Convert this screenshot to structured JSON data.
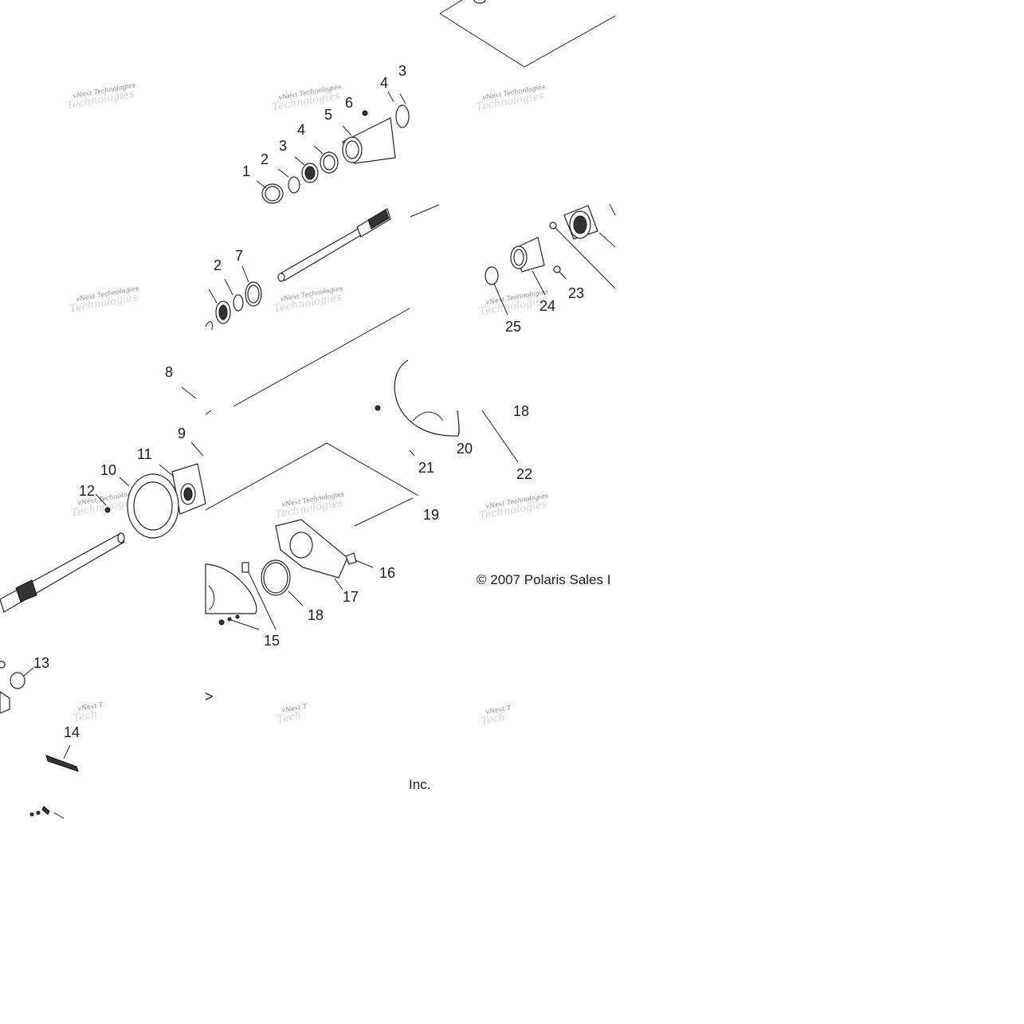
{
  "callouts": [
    {
      "id": "c1",
      "text": "1"
    },
    {
      "id": "c2a",
      "text": "2"
    },
    {
      "id": "c3a",
      "text": "3"
    },
    {
      "id": "c4a",
      "text": "4"
    },
    {
      "id": "c5",
      "text": "5"
    },
    {
      "id": "c6",
      "text": "6"
    },
    {
      "id": "c4b",
      "text": "4"
    },
    {
      "id": "c3b",
      "text": "3"
    },
    {
      "id": "c2b",
      "text": "2"
    },
    {
      "id": "c7",
      "text": "7"
    },
    {
      "id": "c8",
      "text": "8"
    },
    {
      "id": "c9",
      "text": "9"
    },
    {
      "id": "c10",
      "text": "10"
    },
    {
      "id": "c11",
      "text": "11"
    },
    {
      "id": "c12",
      "text": "12"
    },
    {
      "id": "c13",
      "text": "13"
    },
    {
      "id": "c14",
      "text": "14"
    },
    {
      "id": "c15",
      "text": "15"
    },
    {
      "id": "c16",
      "text": "16"
    },
    {
      "id": "c17",
      "text": "17"
    },
    {
      "id": "c18a",
      "text": "18"
    },
    {
      "id": "c18b",
      "text": "18"
    },
    {
      "id": "c19",
      "text": "19"
    },
    {
      "id": "c20",
      "text": "20"
    },
    {
      "id": "c21",
      "text": "21"
    },
    {
      "id": "c22",
      "text": "22"
    },
    {
      "id": "c23",
      "text": "23"
    },
    {
      "id": "c24",
      "text": "24"
    },
    {
      "id": "c25",
      "text": "25"
    }
  ],
  "watermark_text": "vNext Technologies",
  "copyright": "© 2007 Polaris Sales I",
  "copyright_tail": "Inc."
}
